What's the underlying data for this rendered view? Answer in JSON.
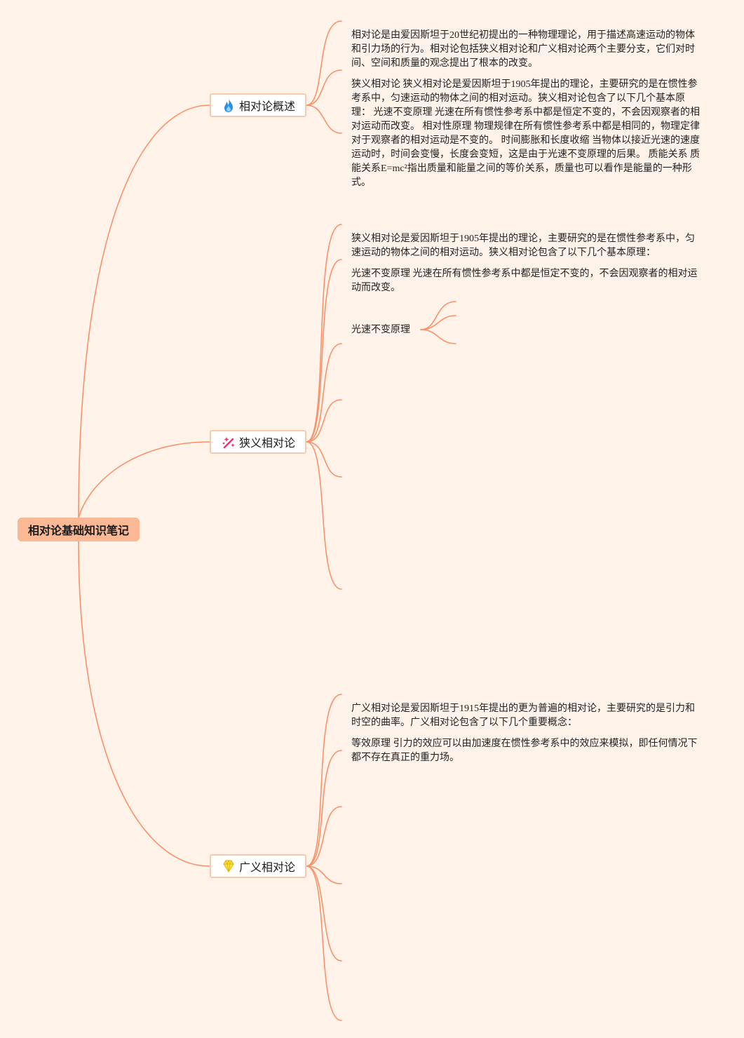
{
  "root": {
    "title": "相对论基础知识笔记"
  },
  "branches": [
    {
      "label": "相对论概述",
      "icon": "fire-icon",
      "leaves": [
        "相对论是由爱因斯坦于20世纪初提出的一种物理理论，用于描述高速运动的物体和引力场的行为。相对论包括狭义相对论和广义相对论两个主要分支，它们对时间、空间和质量的观念提出了根本的改变。",
        "狭义相对论 狭义相对论是爱因斯坦于1905年提出的理论，主要研究的是在惯性参考系中，匀速运动的物体之间的相对运动。狭义相对论包含了以下几个基本原理： 光速不变原理 光速在所有惯性参考系中都是恒定不变的，不会因观察者的相对运动而改变。 相对性原理 物理规律在所有惯性参考系中都是相同的，物理定律对于观察者的相对运动是不变的。 时间膨胀和长度收缩 当物体以接近光速的速度运动时，时间会变慢，长度会变短，这是由于光速不变原理的后果。 质能关系 质能关系E=mc²指出质量和能量之间的等价关系，质量也可以看作是能量的一种形式。"
      ]
    },
    {
      "label": "狭义相对论",
      "icon": "sparkle-icon",
      "leaves": [
        "狭义相对论是爱因斯坦于1905年提出的理论，主要研究的是在惯性参考系中，匀速运动的物体之间的相对运动。狭义相对论包含了以下几个基本原理：",
        "光速不变原理 光速在所有惯性参考系中都是恒定不变的，不会因观察者的相对运动而改变。",
        "光速不变原理"
      ]
    },
    {
      "label": "广义相对论",
      "icon": "gem-icon",
      "leaves": [
        "广义相对论是爱因斯坦于1915年提出的更为普遍的相对论，主要研究的是引力和时空的曲率。广义相对论包含了以下几个重要概念：",
        "等效原理 引力的效应可以由加速度在惯性参考系中的效应来模拟，即任何情况下都不存在真正的重力场。"
      ]
    }
  ],
  "colors": {
    "background": "#fff2e9",
    "connector": "#f7926a",
    "root_fill": "#fbb894",
    "branch_border": "#f7c9ae"
  }
}
